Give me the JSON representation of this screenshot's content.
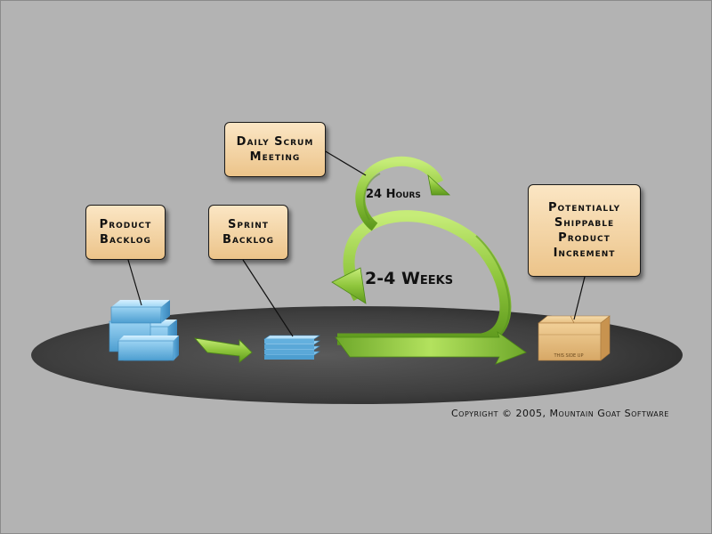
{
  "callouts": {
    "product_backlog": "Product\nBacklog",
    "sprint_backlog": "Sprint\nBacklog",
    "daily_scrum": "Daily Scrum\nMeeting",
    "increment": "Potentially\nShippable\nProduct\nIncrement"
  },
  "labels": {
    "daily_cycle": "24 Hours",
    "sprint_cycle": "2-4 Weeks",
    "box_marking": "THIS SIDE UP"
  },
  "footer": {
    "copyright": "Copyright © 2005, Mountain Goat Software"
  },
  "colors": {
    "background": "#b3b3b3",
    "platform": "#3c3c3c",
    "arrow_green": "#8bc34a",
    "backlog_blue": "#7cc4ec",
    "callout_fill": "#f2d3a2",
    "box_tan": "#e0b77e"
  }
}
